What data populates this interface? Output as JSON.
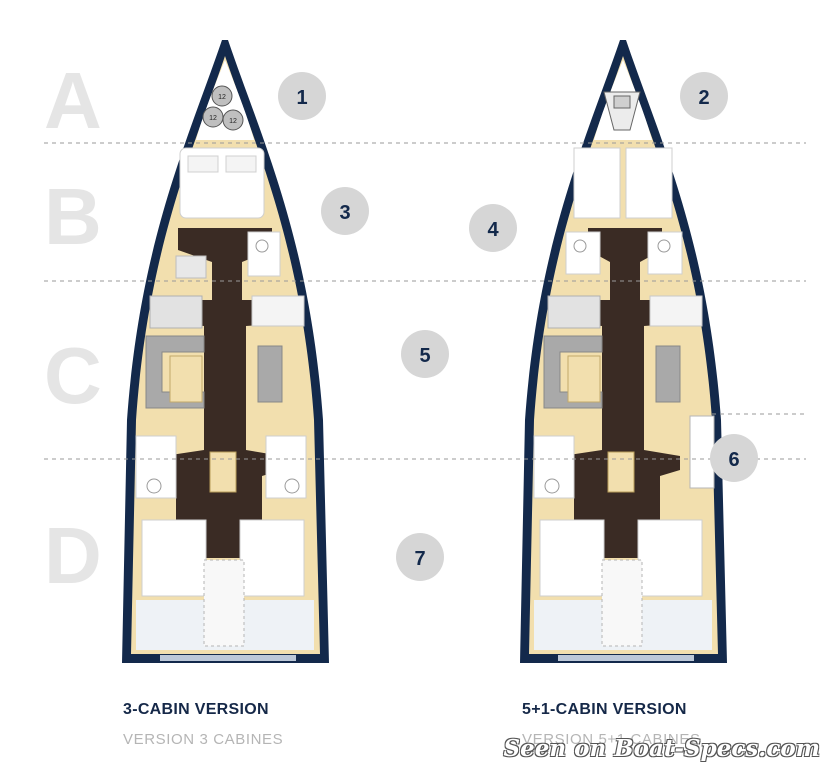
{
  "zones": [
    "A",
    "B",
    "C",
    "D"
  ],
  "markers": {
    "m1": "1",
    "m2": "2",
    "m3": "3",
    "m4": "4",
    "m5": "5",
    "m6": "6",
    "m7": "7"
  },
  "bow_locker_labels": [
    "12",
    "12",
    "12"
  ],
  "layouts": {
    "left": {
      "title": "3-CABIN VERSION",
      "subtitle": "VERSION 3 CABINES"
    },
    "right": {
      "title": "5+1-CABIN VERSION",
      "subtitle": "VERSION 5+1 CABINES"
    }
  },
  "watermark": "Seen on Boat-Specs.com",
  "colors": {
    "hull_outline": "#13294b",
    "wood_floor": "#3a2b24",
    "joinery": "#f2dfae",
    "furniture_white": "#ffffff",
    "sofa_grey": "#a9a9a9",
    "zone_letter": "#e5e5e5",
    "marker_circle": "#d6d6d6",
    "marker_text": "#13294b",
    "divider": "#9a9a9a"
  }
}
